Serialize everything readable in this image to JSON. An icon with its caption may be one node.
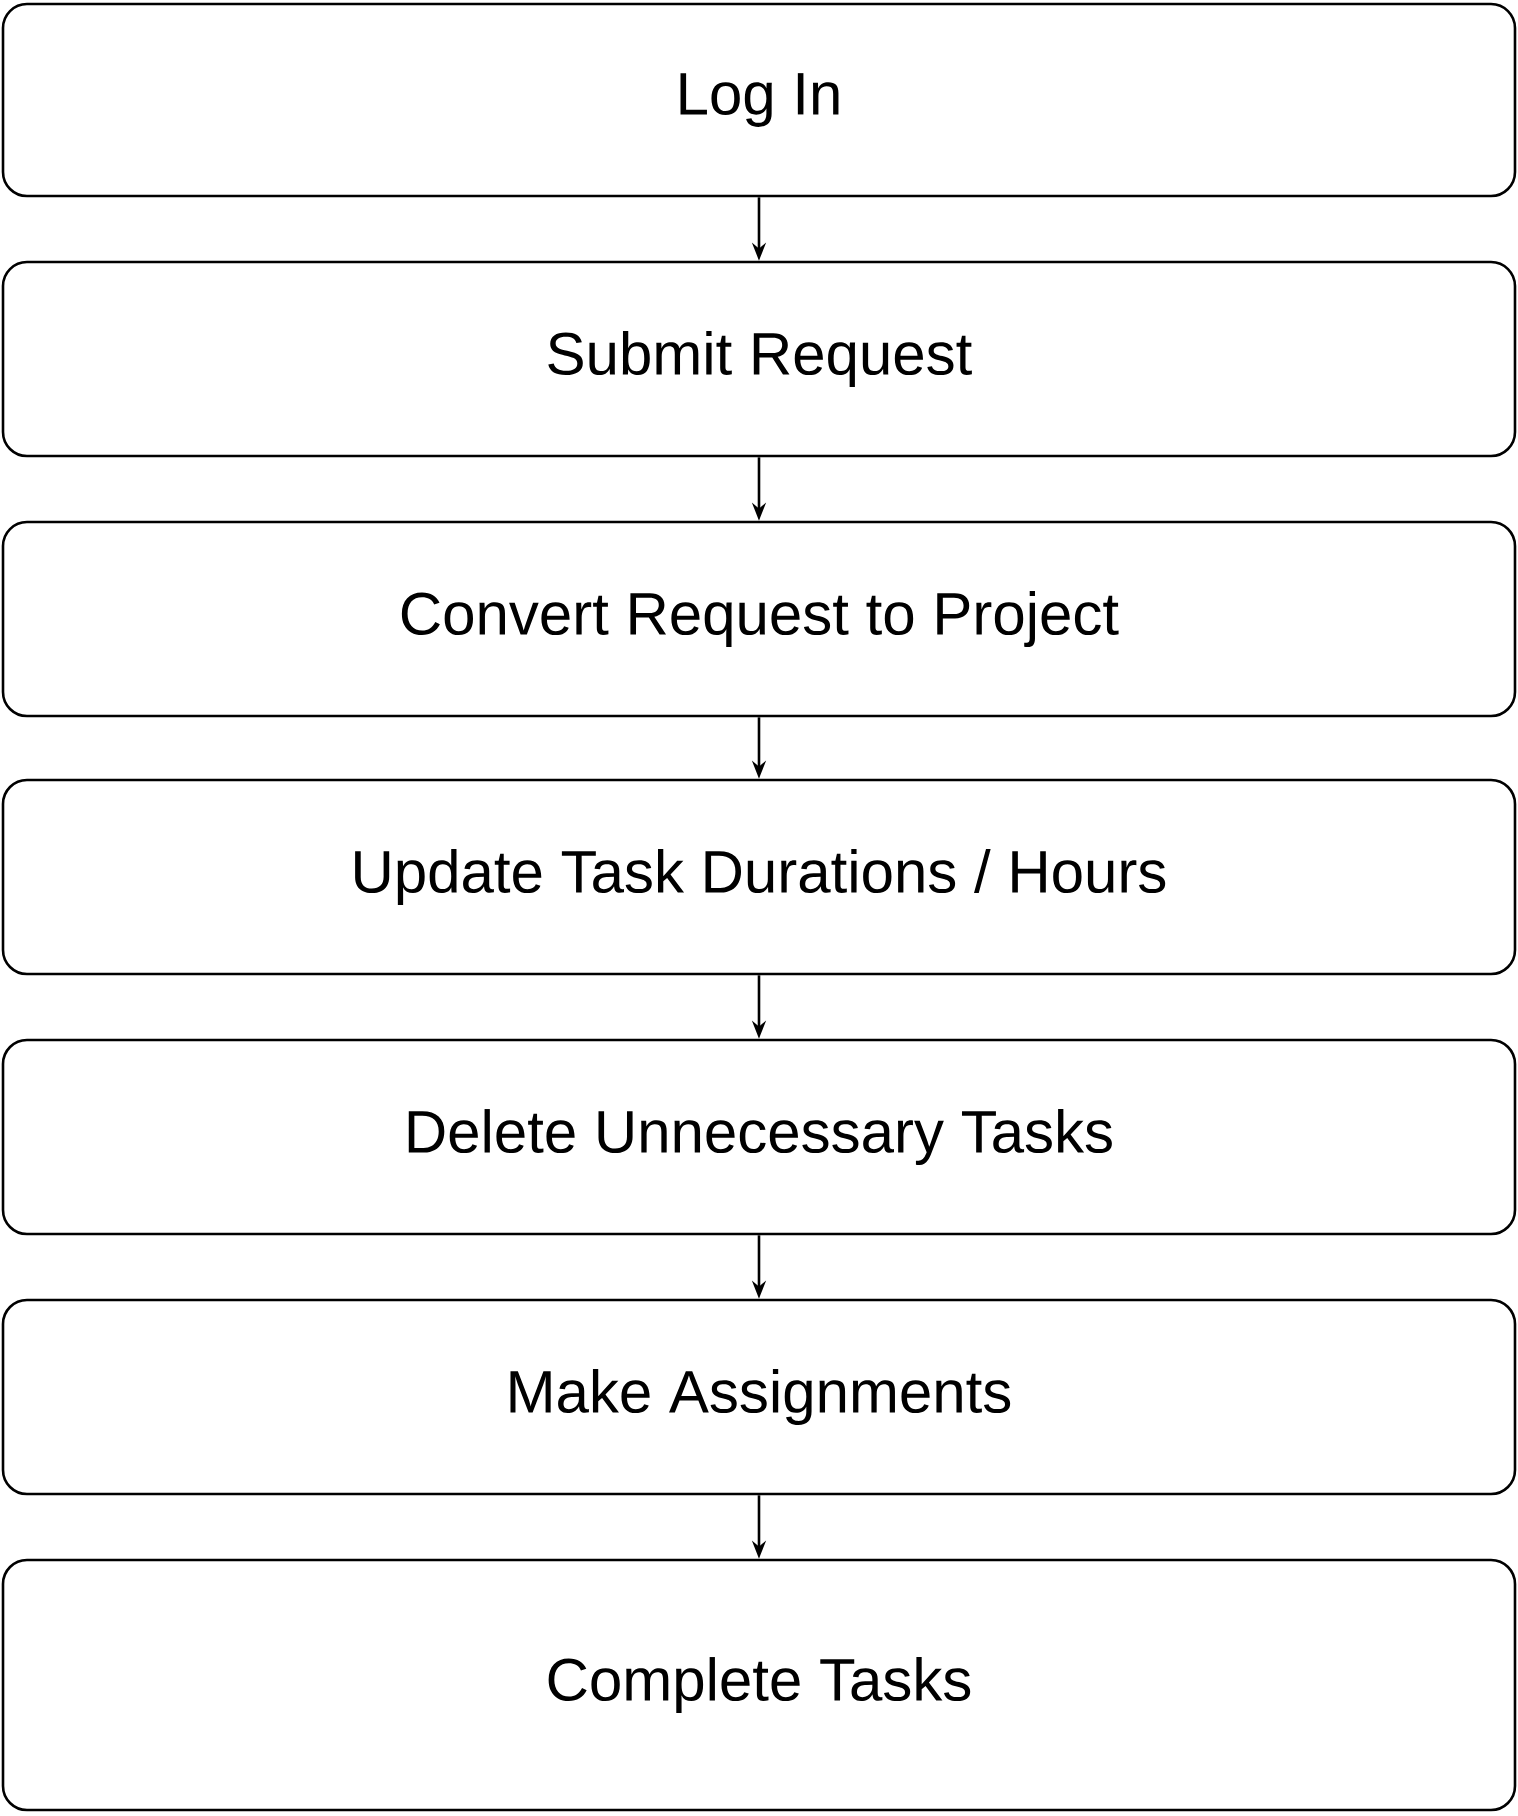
{
  "diagram": {
    "nodes": [
      {
        "text": [
          "Log In"
        ]
      },
      {
        "text": [
          "Submit Request"
        ]
      },
      {
        "text": [
          "Convert Request to Project"
        ]
      },
      {
        "text": [
          "Update Task Durations / Hours"
        ]
      },
      {
        "text": [
          "Delete Unnecessary Tasks"
        ]
      },
      {
        "text": [
          "Make Assignments"
        ]
      },
      {
        "text": [
          "Complete Tasks"
        ]
      }
    ],
    "edges": [
      {
        "from": 0,
        "to": 1,
        "arrow": "to"
      },
      {
        "from": 1,
        "to": 2,
        "arrow": "to"
      },
      {
        "from": 2,
        "to": 3,
        "arrow": "to"
      },
      {
        "from": 3,
        "to": 4,
        "arrow": "to"
      },
      {
        "from": 4,
        "to": 5,
        "arrow": "to"
      },
      {
        "from": 5,
        "to": 6,
        "arrow": "to"
      }
    ]
  }
}
